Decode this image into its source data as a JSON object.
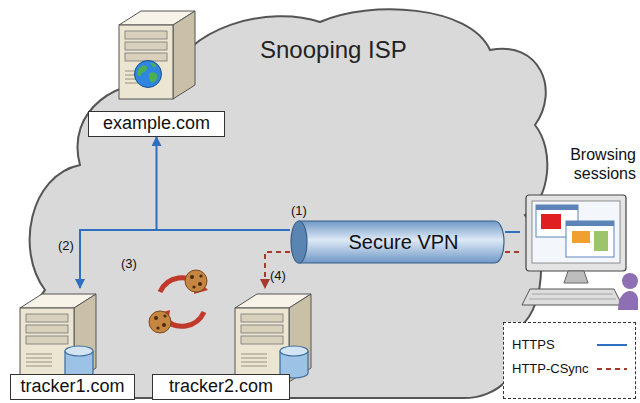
{
  "diagram": {
    "nodes": [
      {
        "text": [
          "Snooping ISP"
        ]
      },
      {
        "text": [
          "example.com"
        ],
        "in": 0
      },
      {
        "text": [
          "tracker1.com"
        ]
      },
      {
        "text": [
          "tracker2.com"
        ]
      },
      {
        "text": [
          "Secure VPN"
        ]
      },
      {
        "text": [
          "Browsing sessions"
        ]
      }
    ],
    "edges": [
      {
        "from": 4,
        "to": 1,
        "arrow": "to"
      },
      {
        "from": 4,
        "to": 2,
        "arrow": "to"
      },
      {
        "from": 4,
        "to": 3,
        "arrow": "to"
      },
      {
        "from": 4,
        "to": 5,
        "arrow": "none"
      },
      {
        "from": 4,
        "to": 5,
        "arrow": "none"
      }
    ],
    "labels": [
      "(1)",
      "(2)",
      "(3)",
      "(4)"
    ],
    "legend": [
      {
        "text": "HTTPS"
      },
      {
        "text": "HTTP-CSync"
      }
    ]
  }
}
